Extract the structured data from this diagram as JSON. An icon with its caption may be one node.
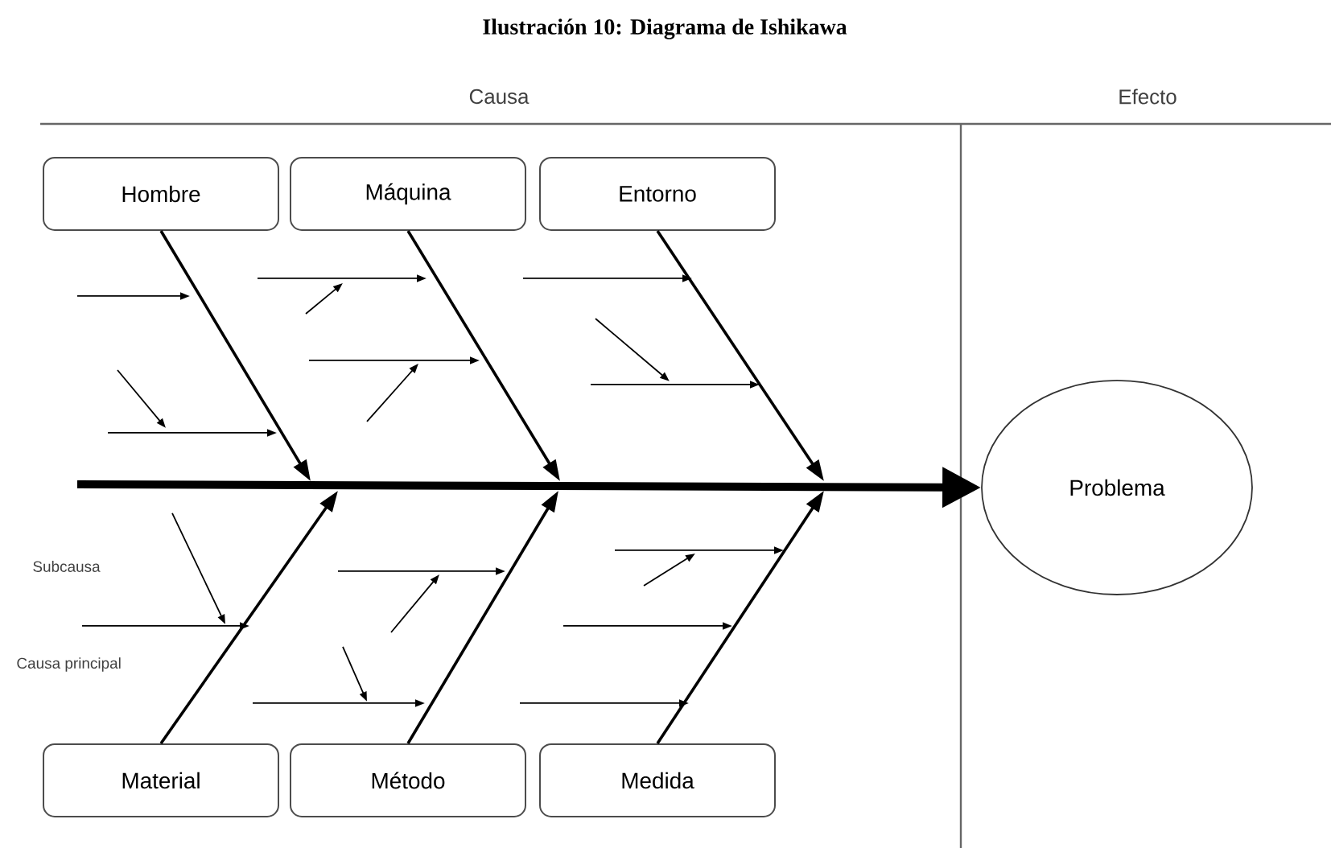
{
  "diagram": {
    "title": "Ilustración 10: Diagrama de Ishikawa",
    "nodes": [
      {
        "text": [
          "Hombre"
        ]
      },
      {
        "text": [
          "Máquina"
        ]
      },
      {
        "text": [
          "Entorno"
        ]
      },
      {
        "text": [
          "Material"
        ]
      },
      {
        "text": [
          "Método"
        ]
      },
      {
        "text": [
          "Medida"
        ]
      },
      {
        "text": [
          "Problema"
        ]
      }
    ],
    "edges": [
      {
        "from": null,
        "to": 6,
        "arrow": "to",
        "style": "thick"
      },
      {
        "from": 0,
        "to": null,
        "arrow": "to"
      },
      {
        "from": 1,
        "to": null,
        "arrow": "to"
      },
      {
        "from": 2,
        "to": null,
        "arrow": "to"
      },
      {
        "from": 3,
        "to": null,
        "arrow": "to"
      },
      {
        "from": 4,
        "to": null,
        "arrow": "to"
      },
      {
        "from": 5,
        "to": null,
        "arrow": "to"
      }
    ],
    "labels": [
      "Causa",
      "Efecto",
      "Subcausa",
      "Causa principal"
    ]
  }
}
